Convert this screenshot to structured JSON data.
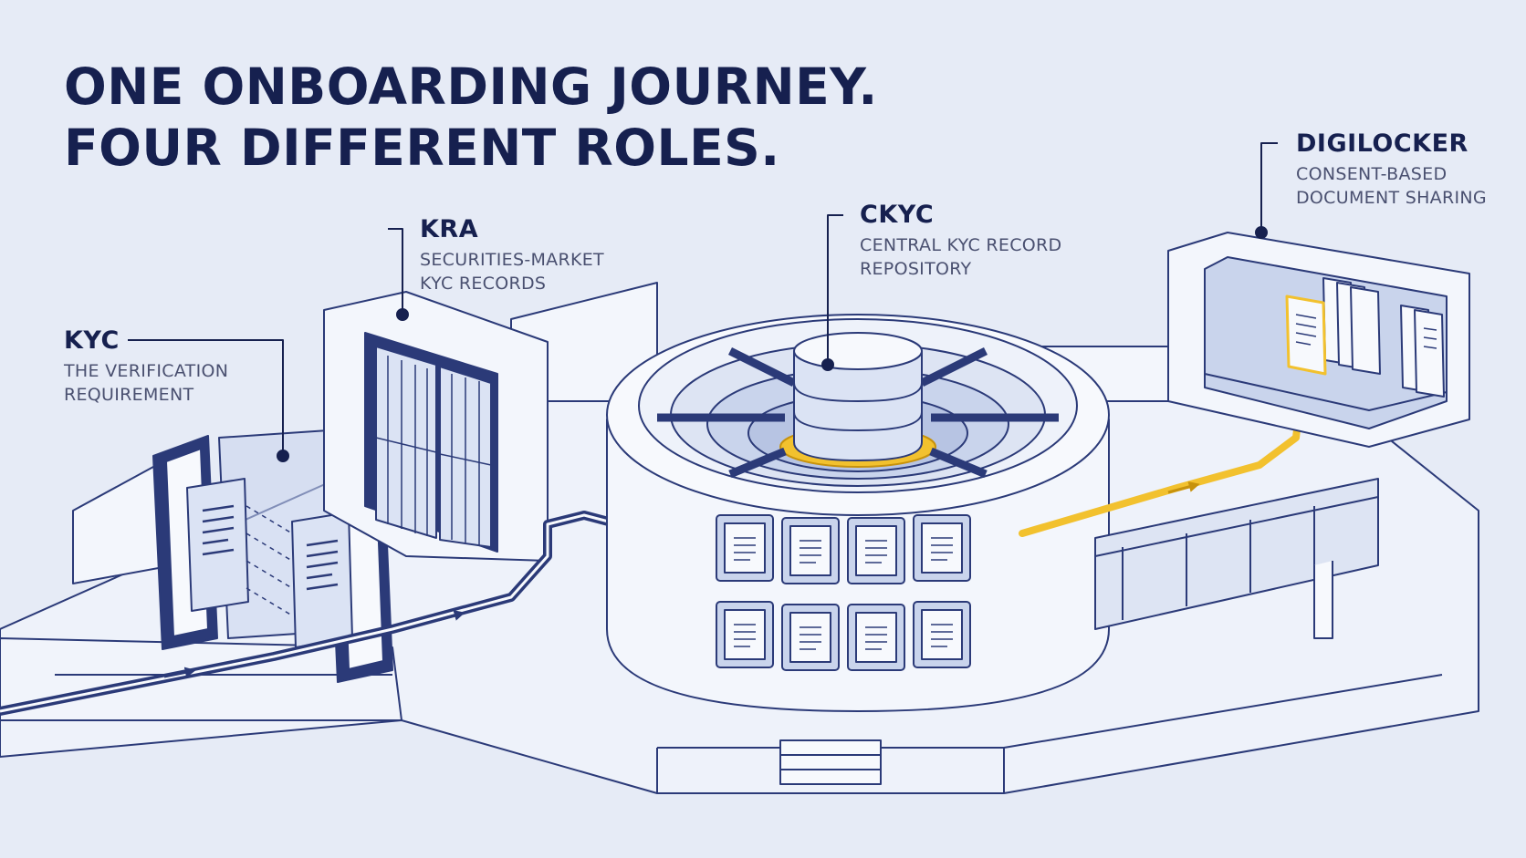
{
  "title": {
    "line1": "ONE ONBOARDING JOURNEY.",
    "line2": "FOUR DIFFERENT ROLES."
  },
  "roles": {
    "kyc": {
      "name": "KYC",
      "desc1": "THE VERIFICATION",
      "desc2": "REQUIREMENT"
    },
    "kra": {
      "name": "KRA",
      "desc1": "SECURITIES-MARKET",
      "desc2": "KYC RECORDS"
    },
    "ckyc": {
      "name": "CKYC",
      "desc1": "CENTRAL KYC RECORD",
      "desc2": "REPOSITORY"
    },
    "digilocker": {
      "name": "DIGILOCKER",
      "desc1": "CONSENT-BASED",
      "desc2": "DOCUMENT SHARING"
    }
  },
  "colors": {
    "background": "#e6ebf6",
    "ink": "#16204f",
    "accent": "#f2c12e",
    "surface": "#f7f9fd",
    "glass": "#c9d4ec"
  }
}
